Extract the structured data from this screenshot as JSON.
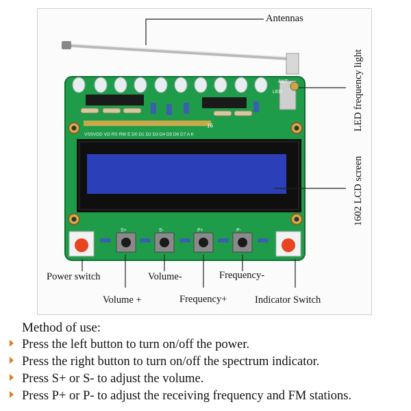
{
  "labels": {
    "antennas": "Antennas",
    "led_light": "LED frequency light",
    "lcd_screen": "1602 LCD screen",
    "power_switch": "Power switch",
    "volume_minus": "Volume-",
    "frequency_minus": "Frequency-",
    "volume_plus": "Volume +",
    "frequency_plus": "Frequency+",
    "indicator_switch": "Indicator Switch"
  },
  "board": {
    "header_pins": "VSSVDD VO RS RW E D0 D1 D2 D3 D4 D5 D6 D7 A K",
    "pin_count": "16",
    "ant": "ANT",
    "led": "LED",
    "btn_s_plus": "S+",
    "btn_s_minus": "S-",
    "btn_p_plus": "P+",
    "btn_p_minus": "P-"
  },
  "method": {
    "title": "Method of use:",
    "steps": [
      "Press the left button to turn on/off the power.",
      "Press the right button to turn on/off the spectrum indicator.",
      "Press S+ or S- to adjust the volume.",
      "Press P+ or P- to adjust the receiving frequency and FM stations."
    ]
  },
  "colors": {
    "pcb": "#1f9c4a",
    "lcd": "#2a3fb8",
    "bullet": "#e07a1f"
  }
}
